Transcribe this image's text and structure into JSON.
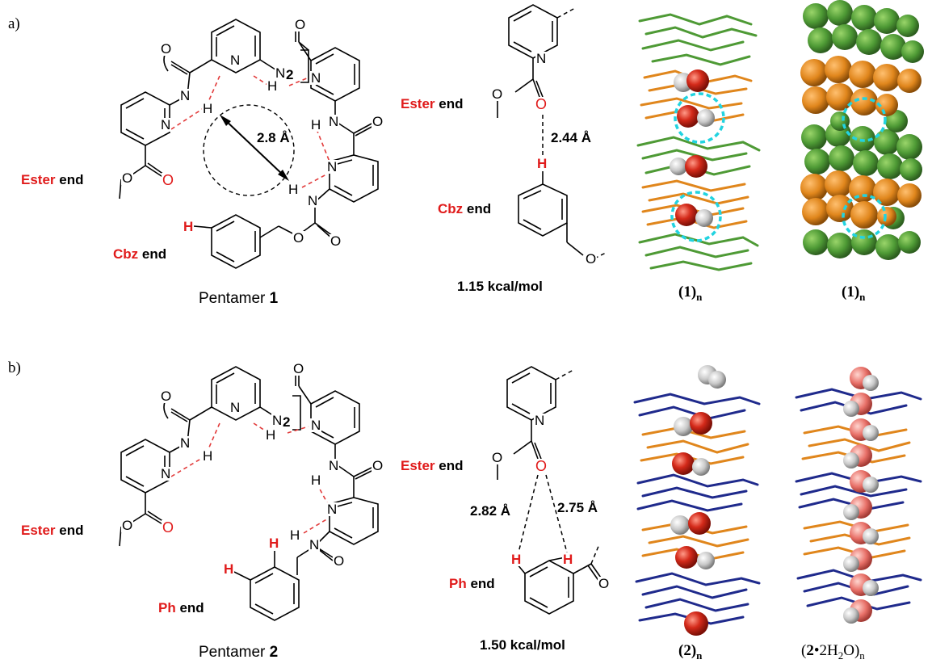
{
  "panels": {
    "a": {
      "label": "a)",
      "distance_label": "2.8 Å",
      "repeat_label": "2",
      "ester_end": {
        "bold_red": "Ester",
        "text": " end"
      },
      "cbz_end": {
        "bold_red": "Cbz",
        "text": " end"
      },
      "caption_prefix": "Pentamer ",
      "caption_number": "1",
      "inset": {
        "ester_end": {
          "bold_red": "Ester",
          "text": " end"
        },
        "cbz_end": {
          "bold_red": "Cbz",
          "text": " end"
        },
        "distance": "2.44 Å",
        "energy": "1.15 kcal/mol"
      },
      "structures": [
        {
          "main": "1",
          "sub": "n"
        },
        {
          "main": "1",
          "sub": "n"
        }
      ]
    },
    "b": {
      "label": "b)",
      "repeat_label": "2",
      "ester_end": {
        "bold_red": "Ester",
        "text": " end"
      },
      "ph_end": {
        "bold_red": "Ph",
        "text": " end"
      },
      "caption_prefix": "Pentamer ",
      "caption_number": "2",
      "inset": {
        "ester_end": {
          "bold_red": "Ester",
          "text": " end"
        },
        "ph_end": {
          "bold_red": "Ph",
          "text": " end"
        },
        "distance_left": "2.82 Å",
        "distance_right": "2.75 Å",
        "energy": "1.50 kcal/mol"
      },
      "structures": [
        {
          "main": "2",
          "sub": "n",
          "prefix": "(",
          "suffix": ")"
        },
        {
          "main": "2",
          "bullet": "•",
          "water": "2H",
          "water_sub": "2",
          "water_end": "O",
          "sub": "n"
        }
      ]
    }
  },
  "atoms": {
    "N": "N",
    "H": "H",
    "O": "O"
  },
  "colors": {
    "hbond": "#e23b3b",
    "label_red": "#e01b1b",
    "green_strand": "#4e9a35",
    "orange_strand": "#e0861c",
    "blue_strand": "#1f2a8c",
    "oxygen": "#d42a1a",
    "hydrogen": "#c8c8c8",
    "cyan_circle": "#22d3e0"
  }
}
